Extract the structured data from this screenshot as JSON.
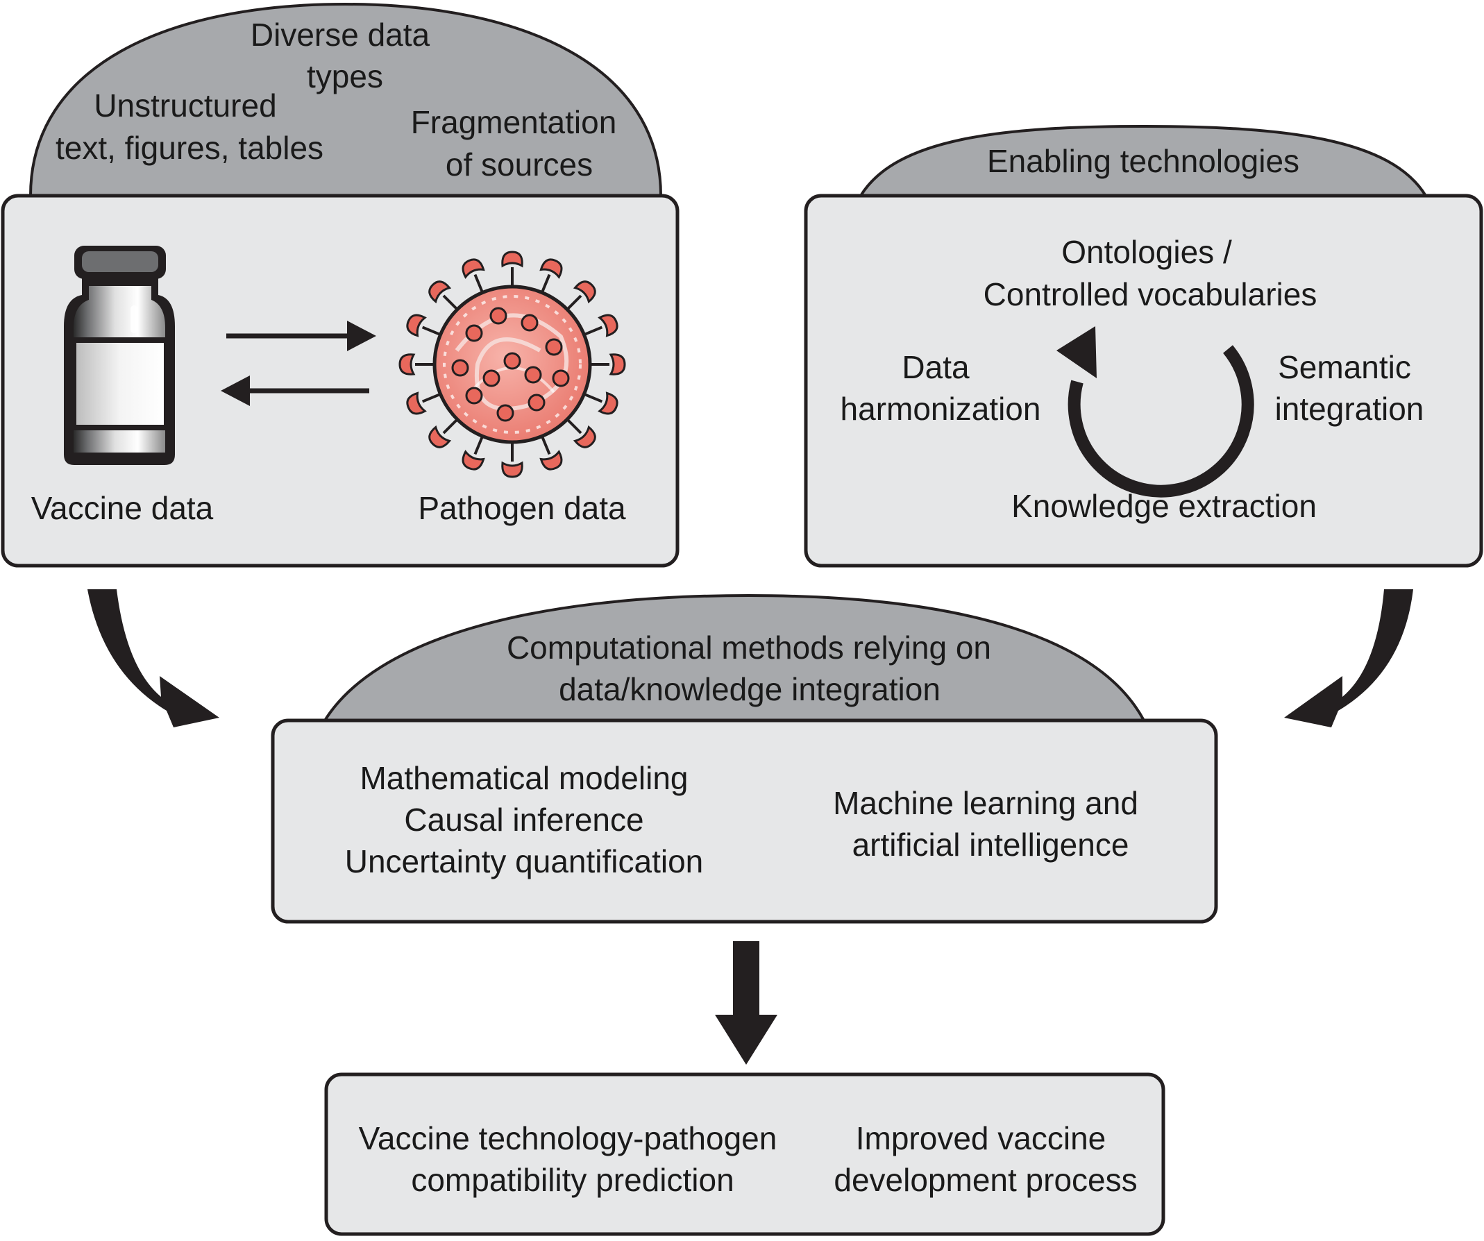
{
  "colors": {
    "dome": "#a7a9ac",
    "box": "#e6e7e8",
    "outline": "#231f20",
    "arrow": "#231f20",
    "virus_fill": "#f0948a",
    "virus_spike": "#e8685c",
    "virus_dark": "#c2453a"
  },
  "data_challenges": {
    "line1": "Diverse data",
    "line2": "types",
    "unstructured_1": "Unstructured",
    "unstructured_2": "text, figures, tables",
    "fragmentation_1": "Fragmentation",
    "fragmentation_2": "of sources"
  },
  "data_box": {
    "vaccine_label": "Vaccine data",
    "pathogen_label": "Pathogen data",
    "vial_icon": "vaccine-vial-icon",
    "virus_icon": "virus-icon"
  },
  "enabling": {
    "title": "Enabling technologies",
    "ontologies_1": "Ontologies /",
    "ontologies_2": "Controlled vocabularies",
    "harmonization_1": "Data",
    "harmonization_2": "harmonization",
    "semantic_1": "Semantic",
    "semantic_2": "integration",
    "knowledge": "Knowledge extraction",
    "cycle_icon": "cycle-arrow-icon"
  },
  "methods": {
    "title_1": "Computational methods relying on",
    "title_2": "data/knowledge integration",
    "left_1": "Mathematical modeling",
    "left_2": "Causal inference",
    "left_3": "Uncertainty quantification",
    "right_1": "Machine learning and",
    "right_2": "artificial intelligence"
  },
  "outcomes": {
    "left_1": "Vaccine technology-pathogen",
    "left_2": "compatibility prediction",
    "right_1": "Improved vaccine",
    "right_2": "development process"
  }
}
